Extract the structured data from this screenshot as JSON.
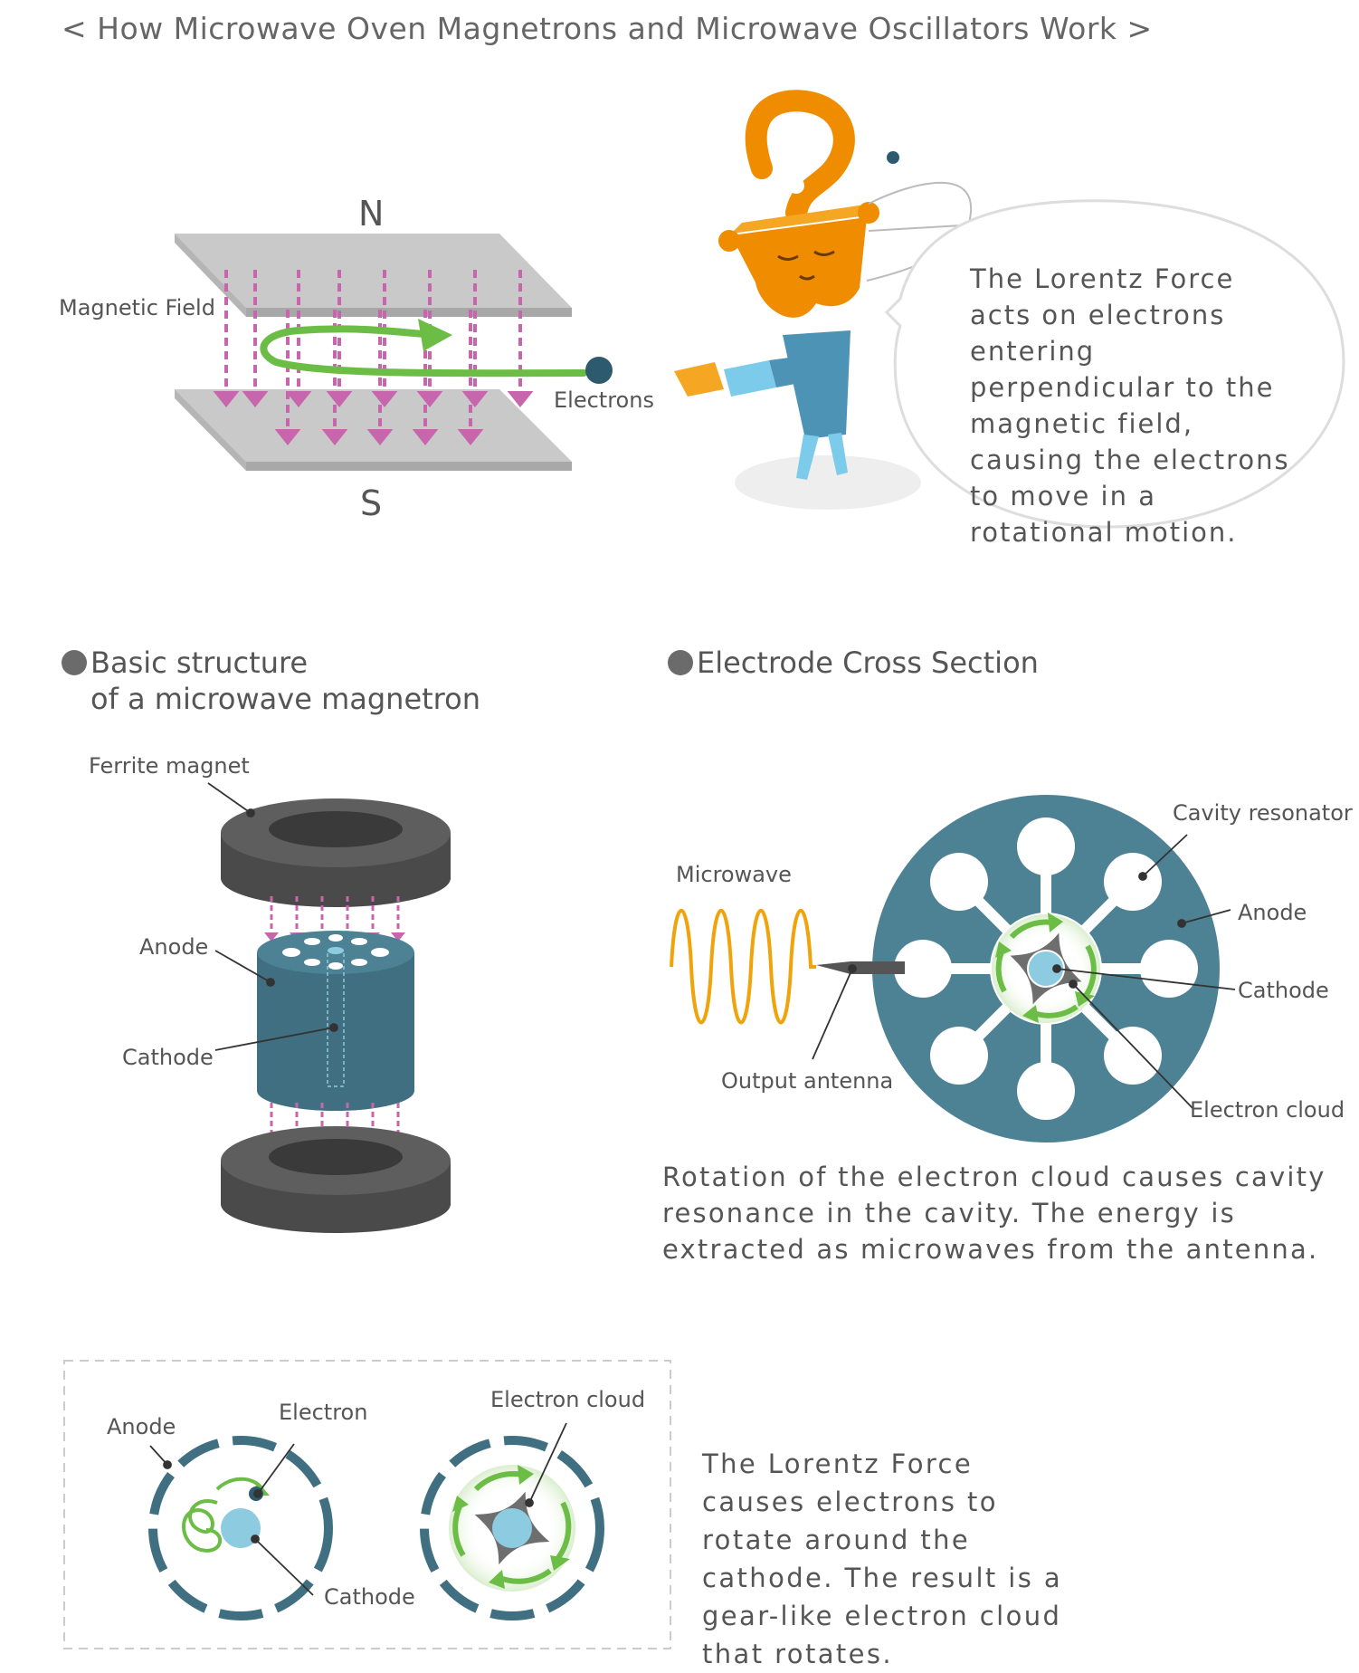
{
  "title": "< How Microwave Oven Magnetrons and Microwave Oscillators Work >",
  "lorentz_panel": {
    "north_label": "N",
    "south_label": "S",
    "magnetic_field_label": "Magnetic Field",
    "electrons_label": "Electrons",
    "speech_bubble": "The Lorentz Force acts on electrons entering perpendicular to the magnetic field, causing the electrons to move in a rotational motion."
  },
  "structure_section": {
    "heading_line1": "Basic structure",
    "heading_line2": "of a microwave magnetron",
    "labels": {
      "ferrite_magnet": "Ferrite magnet",
      "anode": "Anode",
      "cathode": "Cathode"
    }
  },
  "cross_section": {
    "heading": "Electrode Cross Section",
    "labels": {
      "microwave": "Microwave",
      "output_antenna": "Output antenna",
      "cavity_resonator": "Cavity resonator",
      "anode": "Anode",
      "cathode": "Cathode",
      "electron_cloud": "Electron cloud"
    },
    "caption": "Rotation of the electron cloud causes cavity resonance in the cavity. The energy is extracted as microwaves from the antenna."
  },
  "rotation_box": {
    "labels": {
      "anode": "Anode",
      "electron": "Electron",
      "cathode": "Cathode",
      "electron_cloud": "Electron cloud"
    },
    "caption": "The Lorentz Force causes electrons to rotate around the cathode. The result is a gear-like electron cloud that rotates."
  },
  "colors": {
    "teal": "#3f6f80",
    "teal_light": "#4d8295",
    "cathode_blue": "#8ccbe0",
    "field_pink": "#c866ad",
    "orbit_green": "#6cbd45",
    "wave_orange": "#f0a30a",
    "character_orange": "#f08c00",
    "magnet_dark": "#4a4a4a",
    "plate_grey": "#c8c8c8"
  }
}
